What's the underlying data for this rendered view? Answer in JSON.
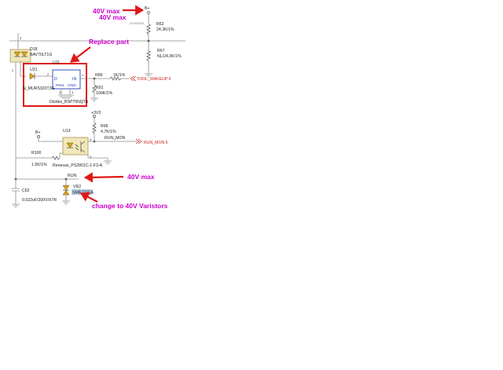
{
  "colors": {
    "annotation_text": "#cc00cc",
    "annotation_arrow": "#e01818",
    "highlight_box": "#e01818",
    "wire": "#8c8c8c",
    "component_blue": "#1f3fb0",
    "net_label_red": "#cc2222",
    "body_yellow": "#f1e7b8",
    "diode_yellow": "#d6a515",
    "selection_blue": "#b9cde6"
  },
  "annotations": {
    "vmax_top_line1": "40V max",
    "vmax_top_line2": "40V max",
    "replace_part": "Replace part",
    "vmax_run": "40V max",
    "change_varistors": "change to  40V Varistors"
  },
  "schematic": {
    "bplus_top": "B+",
    "bplus_left": "B+",
    "r62_ref": "R62",
    "r62_value": "24.3K/1%",
    "r62_pin_note": "23783249",
    "r67_ref": "R67",
    "r67_value": "NL/24.3K/1%",
    "d18_ref": "D18",
    "d18_part": "BAV70LT1G",
    "d18_pin3": "3",
    "d18_pin2": "2",
    "d18_pin1": "1",
    "u21_ref": "U21",
    "u21_part": "N_MURS320T3G",
    "u21_pin2": "2",
    "u11_ref": "U11",
    "u11_pin_d": "D",
    "u11_pin_in": "IN",
    "u11_pin_pin4": "PIN4",
    "u11_pin_gnd": "GND",
    "u11_num_4": "4",
    "u11_num_3": "3",
    "u11_num_1": "1",
    "u11_part": "Diodes_BSP75NQTA",
    "r89_ref": "R89",
    "r89_value": "1K/1%",
    "tool_wakeup": "TOOL_WAKEUP  6",
    "r91_ref": "R91",
    "r91_value": "100K/1%",
    "v3v3": "+3V3",
    "r96_ref": "R96",
    "r96_value": "4.7K/1%",
    "u13_ref": "U13",
    "run_mon": "RUN_MON",
    "run_mon_port": "RUN_MON  6",
    "u13_pin4": "4",
    "u13_pin3": "3",
    "r100_ref": "R100",
    "r100_value": "1.5K/1%",
    "u13_part": "Renesas_PS2801C-1-F3-A",
    "run_net": "RUN",
    "c62_ref": "C62",
    "c62_value": "0.022uF/200V/X7R",
    "vr2_ref": "VR2",
    "vr2_part": "SMBJ70CA"
  }
}
